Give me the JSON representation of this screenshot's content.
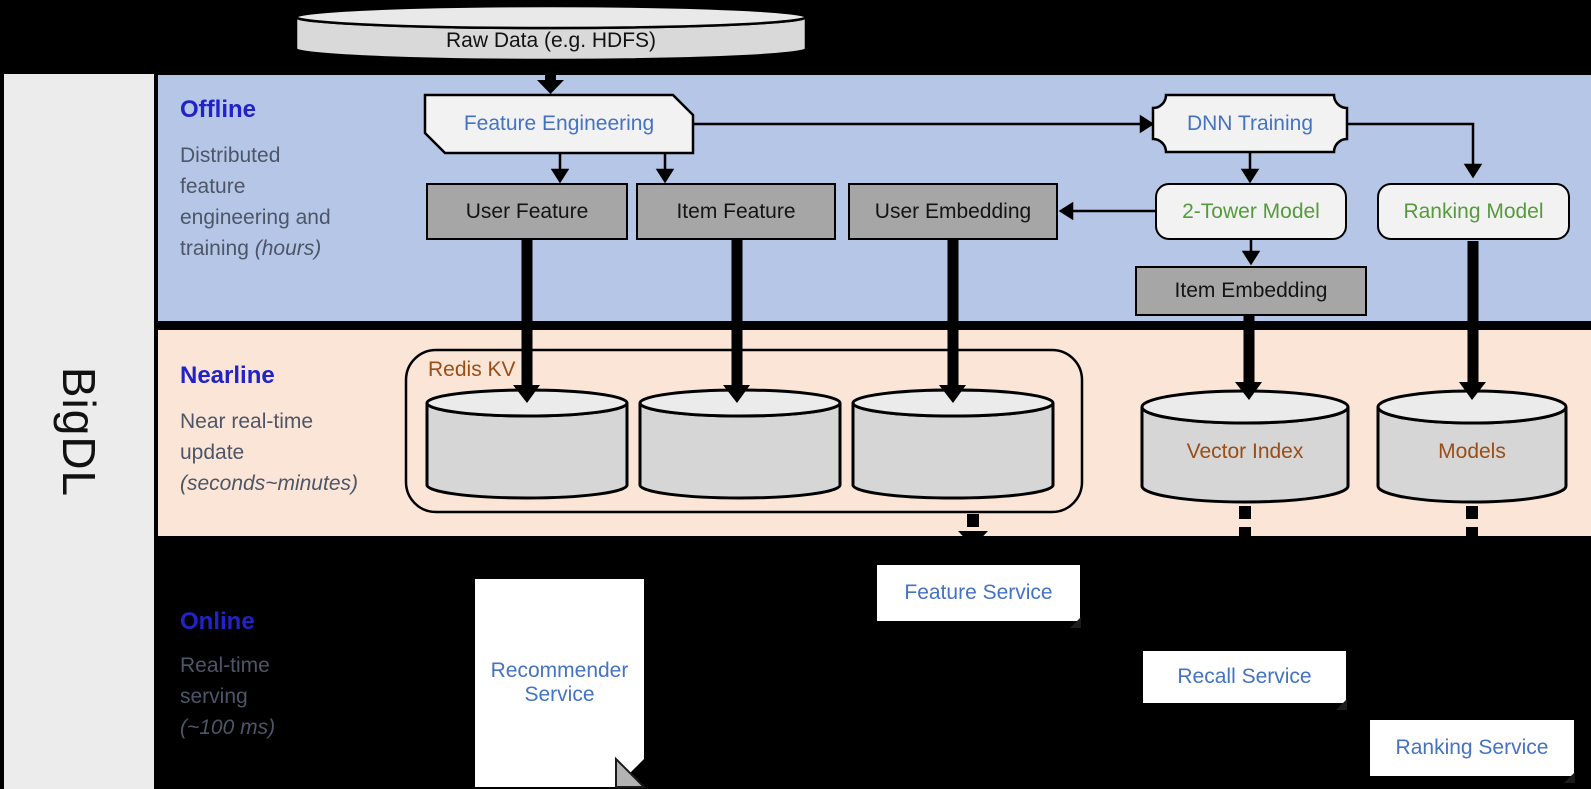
{
  "brand": "BigDL",
  "raw_data": {
    "label": "Raw Data (e.g. HDFS)"
  },
  "sections": {
    "offline": {
      "title": "Offline",
      "subtitle": {
        "l1": "Distributed",
        "l2": "feature",
        "l3": "engineering and",
        "l4a": "training ",
        "l4b": "(hours)"
      }
    },
    "nearline": {
      "title": "Nearline",
      "subtitle": {
        "l1": "Near real-time",
        "l2": "update",
        "l3i": "(seconds~minutes)"
      }
    },
    "online": {
      "title": "Online",
      "subtitle": {
        "l1": "Real-time",
        "l2": "serving",
        "l3i": "(~100 ms)"
      }
    }
  },
  "offline": {
    "nodes": {
      "feature_engineering": "Feature Engineering",
      "user_feature": "User Feature",
      "item_feature": "Item Feature",
      "user_embedding": "User Embedding",
      "dnn_training": "DNN Training",
      "two_tower_model": "2-Tower Model",
      "ranking_model": "Ranking Model",
      "item_embedding": "Item Embedding"
    }
  },
  "nearline": {
    "nodes": {
      "redis_kv": "Redis KV",
      "vector_index": "Vector Index",
      "models": "Models"
    }
  },
  "online": {
    "nodes": {
      "recommender_service": "Recommender Service",
      "feature_service": "Feature Service",
      "recall_service": "Recall Service",
      "ranking_service": "Ranking Service"
    }
  },
  "colors": {
    "background": "#000000",
    "brand_bar": "#ececec",
    "offline_band": "#b5c6e7",
    "nearline_band": "#fbe5d6",
    "heading_blue": "#2123c8",
    "subtitle_gray": "#4d5668",
    "node_blue": "#4472c4",
    "node_green": "#569a3c",
    "node_brown": "#9a4d16",
    "gray_box": "#a6a6a6",
    "light_box": "#f2f2f2",
    "cylinder_body": "#d6d6d6",
    "cylinder_top": "#ebebeb"
  }
}
